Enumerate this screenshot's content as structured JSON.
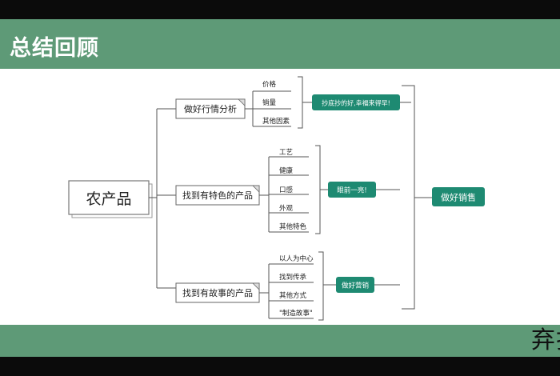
{
  "slide": {
    "title": "总结回顾",
    "footer_text": "弃扌"
  },
  "mindmap": {
    "root": "农产品",
    "branches": [
      {
        "label": "做好行情分析",
        "leaves": [
          "价格",
          "销量",
          "其他因素"
        ],
        "badge": "抄底抄的好,幸福来得早!"
      },
      {
        "label": "找到有特色的产品",
        "leaves": [
          "工艺",
          "健康",
          "口感",
          "外观",
          "其他特色"
        ],
        "badge": "眼前一亮!"
      },
      {
        "label": "找到有故事的产品",
        "leaves": [
          "以人为中心",
          "找到传承",
          "其他方式",
          "\"制造故事\""
        ],
        "badge": "做好营销"
      }
    ],
    "conclusion": "做好销售"
  },
  "colors": {
    "header_green": "#5e9a77",
    "badge_teal": "#1e8a72"
  }
}
